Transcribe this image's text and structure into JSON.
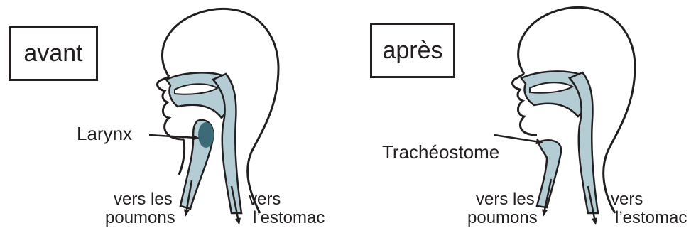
{
  "panels": {
    "before": {
      "title": "avant",
      "organ_label": "Larynx",
      "lungs_label_1": "vers les",
      "lungs_label_2": "poumons",
      "stomach_label_1": "vers",
      "stomach_label_2": "l’estomac"
    },
    "after": {
      "title": "après",
      "organ_label": "Trachéostome",
      "lungs_label_1": "vers les",
      "lungs_label_2": "poumons",
      "stomach_label_1": "vers",
      "stomach_label_2": "l’estomac"
    }
  },
  "colors": {
    "airway_fill": "#b4cdd4",
    "larynx_fill": "#3b6b76",
    "outline": "#231f20"
  }
}
